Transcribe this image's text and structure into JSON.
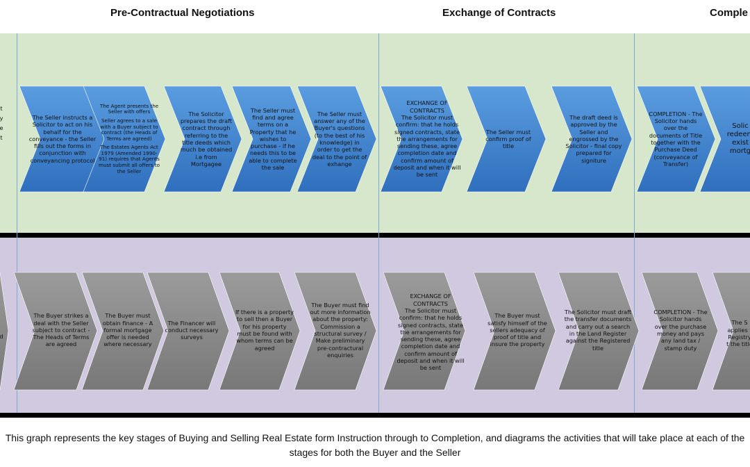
{
  "headers": {
    "pre": "Pre-Contractual Negotiations",
    "exchange": "Exchange of Contracts",
    "completion": "Comple"
  },
  "colors": {
    "seller_band": "#d7e7cb",
    "buyer_band": "#d0c9e0",
    "seller_arrow": "#3d82cf",
    "buyer_arrow": "#8c8c8c",
    "separator": "#000000"
  },
  "seller": {
    "left_partial": [
      "t",
      "y",
      "e",
      "t"
    ],
    "s1": "The Seller instructs a Solicitor to act on his behalf for the conveyance - the Seller fills out the forms in conjunction with conveyancing protocol",
    "s2a": "The Agent presents the Seller with offers",
    "s2b": "Seller agrees to a sale with a Buyer subject to contract (the Heads of Terms are agreed)",
    "s2c": "The Estates Agents Act 1979 (Amended 1990-91) requires that Agents must submit all offers to the Seller",
    "s3": "The Solicitor prepares the draft contract through referring to the title deeds which much be obtained i.e from Mortgagee",
    "s4": "The Seller must find and agree terms on a Property that he wishes to purchase - if he needs this to be able to complete the sale",
    "s5": "The Seller must answer any of the Buyer's questions (to the best of his knowledge) in order to get the deal to the point of exhange",
    "e1": "EXCHANGE OF CONTRACTS\nThe Solicitor must confirm: that he holds signed contracts, state the arrangements for sending these, agree completion date and confirm amount of deposit and when it will be sent",
    "e2": "The Seller must confirm proof of title",
    "e3": "The draft deed is approved by the Seller and engrossed by the Solicitor - final copy prepared for signiture",
    "c1": "COMPLETION - The Solicitor hands over the documents of Title together with the Purchase Deed (conveyance of Transfer)",
    "c2": "Solic redeem exist mortg"
  },
  "buyer": {
    "left_partial": [
      "d"
    ],
    "b1": "The Buyer strikes a deal with the Seller subject to contract - The Heads of Terms are agreed",
    "b2": "The Buyer must obtain finance - A formal mortgage offer is needed where necessary",
    "b3": "The Financer will conduct necessary surveys",
    "b4": "If there is a property to sell then a Buyer for his property must be found with whom terms can be agreed",
    "b5": "The Buyer must find out more information about the property: Commission a structural survey / Make preliminary pre-contractural enquiries",
    "e1": "EXCHANGE OF CONTRACTS\nThe Solicitor must confirm: that he holds signed contracts, state the arrangements for sending these, agree completion date and confirm amount of deposit and when it will be sent",
    "e2": "The Buyer must satisfy himself of the sellers adequacy of proof of title and insure the property",
    "e3": "The Solicitor must draft the transfer documents and carry out a search in the Land Register against the Registered title",
    "c1": "COMPLETION - The Solicitor hands over the purchase money and pays any land tax / stamp duty",
    "c2": "The S applies t Registry t the title"
  },
  "caption": "This graph represents the key stages of Buying and Selling Real Estate form Instruction through to Completion, and diagrams the activities that will take place at each of the stages for both the Buyer and the Seller"
}
